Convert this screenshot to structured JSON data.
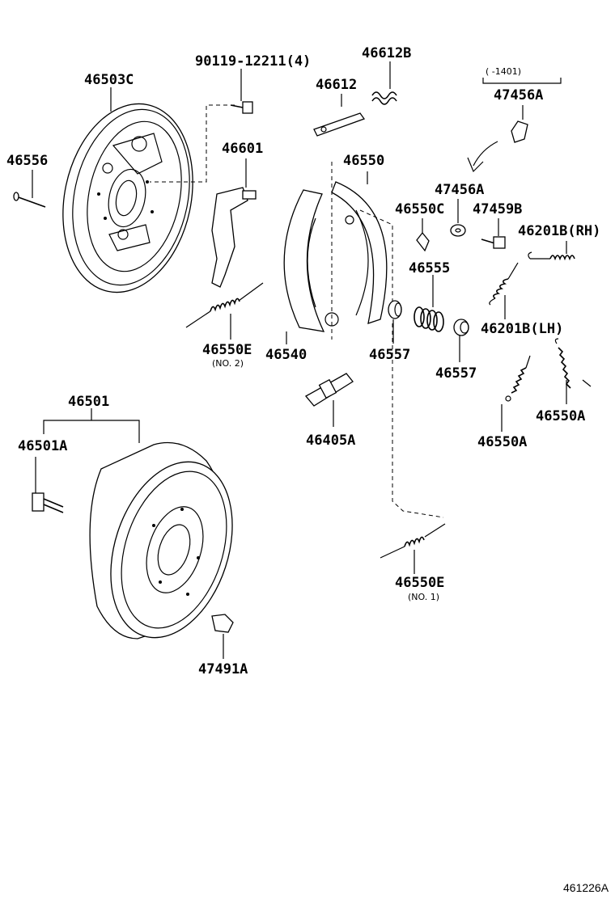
{
  "labels": {
    "p46503C": "46503C",
    "p90119": "90119-12211(4)",
    "p46612B": "46612B",
    "p46612": "46612",
    "p47456A_top": "47456A",
    "date_note": "( -1401)",
    "p46556": "46556",
    "p46601": "46601",
    "p46550": "46550",
    "p47456A": "47456A",
    "p46550C": "46550C",
    "p47459B": "47459B",
    "p46201B_RH": "46201B(RH)",
    "p46555": "46555",
    "p46201B_LH": "46201B(LH)",
    "p46550E_no2": "46550E",
    "note_no2": "(NO. 2)",
    "p46540": "46540",
    "p46557_a": "46557",
    "p46557_b": "46557",
    "p46550A_right": "46550A",
    "p46550A_left": "46550A",
    "p46405A": "46405A",
    "p46501": "46501",
    "p46501A": "46501A",
    "p46550E_no1": "46550E",
    "note_no1": "(NO. 1)",
    "p47491A": "47491A",
    "figure_id": "461226A"
  }
}
